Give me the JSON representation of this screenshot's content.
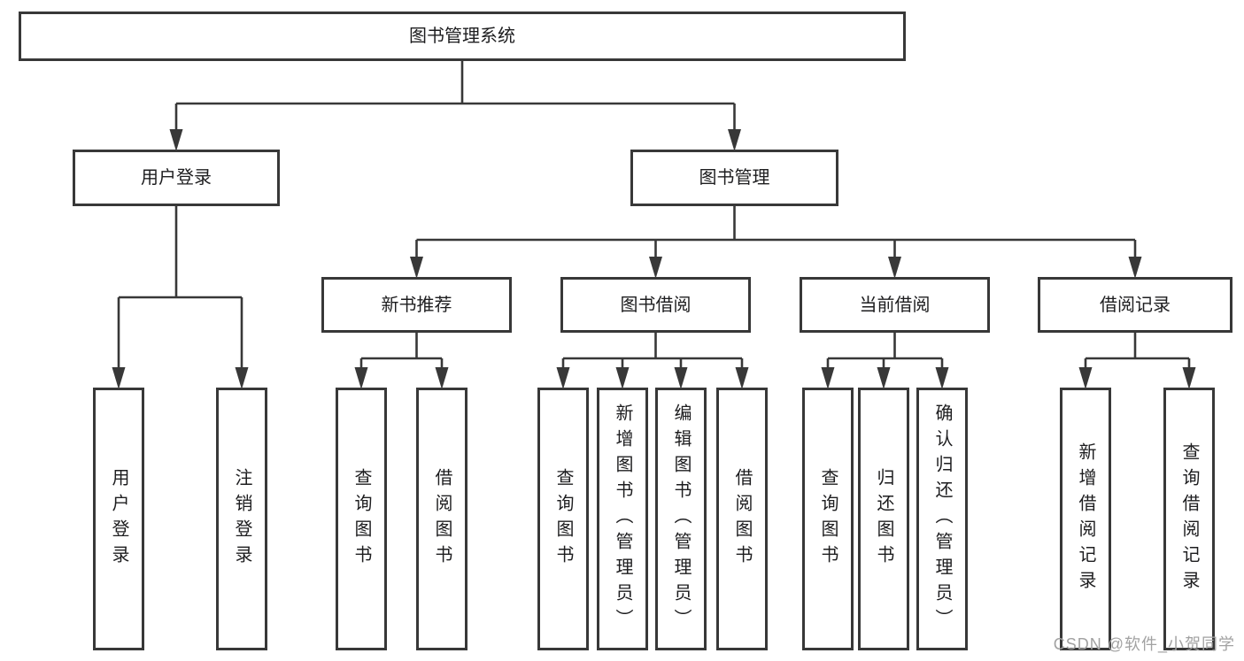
{
  "diagram": {
    "type": "hierarchy",
    "background_color": "#ffffff",
    "line_color": "#383838",
    "box_border_color": "#383838",
    "box_fill_color": "#ffffff",
    "text_color": "#1d1d1f",
    "nodes": [
      {
        "id": "root",
        "label": "图书管理系统",
        "parent": null,
        "vertical": false
      },
      {
        "id": "user-login",
        "label": "用户登录",
        "parent": "root",
        "vertical": false
      },
      {
        "id": "book-mgmt",
        "label": "图书管理",
        "parent": "root",
        "vertical": false
      },
      {
        "id": "new-book-rec",
        "label": "新书推荐",
        "parent": "book-mgmt",
        "vertical": false
      },
      {
        "id": "book-borrow",
        "label": "图书借阅",
        "parent": "book-mgmt",
        "vertical": false
      },
      {
        "id": "current-borrow",
        "label": "当前借阅",
        "parent": "book-mgmt",
        "vertical": false
      },
      {
        "id": "borrow-records",
        "label": "借阅记录",
        "parent": "book-mgmt",
        "vertical": false
      },
      {
        "id": "leaf-user-login",
        "label": "用户登录",
        "parent": "user-login",
        "vertical": true
      },
      {
        "id": "leaf-logout",
        "label": "注销登录",
        "parent": "user-login",
        "vertical": true
      },
      {
        "id": "nbr-query",
        "label": "查询图书",
        "parent": "new-book-rec",
        "vertical": true
      },
      {
        "id": "nbr-borrow",
        "label": "借阅图书",
        "parent": "new-book-rec",
        "vertical": true
      },
      {
        "id": "bb-query",
        "label": "查询图书",
        "parent": "book-borrow",
        "vertical": true
      },
      {
        "id": "bb-add",
        "label": "新增图书（管理员）",
        "parent": "book-borrow",
        "vertical": true
      },
      {
        "id": "bb-edit",
        "label": "编辑图书（管理员）",
        "parent": "book-borrow",
        "vertical": true
      },
      {
        "id": "bb-borrow",
        "label": "借阅图书",
        "parent": "book-borrow",
        "vertical": true
      },
      {
        "id": "cb-query",
        "label": "查询图书",
        "parent": "current-borrow",
        "vertical": true
      },
      {
        "id": "cb-return",
        "label": "归还图书",
        "parent": "current-borrow",
        "vertical": true
      },
      {
        "id": "cb-confirm",
        "label": "确认归还（管理员）",
        "parent": "current-borrow",
        "vertical": true
      },
      {
        "id": "br-add",
        "label": "新增借阅记录",
        "parent": "borrow-records",
        "vertical": true
      },
      {
        "id": "br-query",
        "label": "查询借阅记录",
        "parent": "borrow-records",
        "vertical": true
      }
    ]
  },
  "watermark": {
    "text": "CSDN @软件_小贺同学",
    "color": "#a2a2a2"
  }
}
